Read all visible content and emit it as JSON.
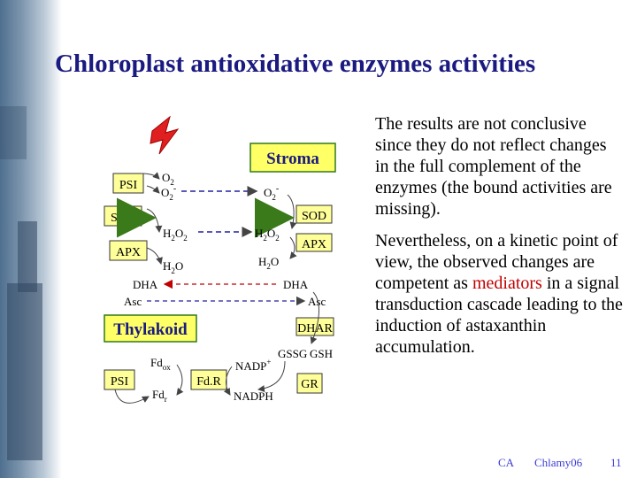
{
  "slide": {
    "title": "Chloroplast antioxidative enzymes activities",
    "stroma_label": "Stroma",
    "thylakoid_label": "Thylakoid",
    "paragraph1": "The results are not conclusive since they do not reflect changes in the full complement of the enzymes (the bound activities are missing).",
    "paragraph2_before": "Nevertheless, on a kinetic point of view, the observed changes are competent as ",
    "paragraph2_highlight": "mediators",
    "paragraph2_after": " in a signal transduction cascade leading to the induction of astaxanthin accumulation.",
    "highlight_color": "#c00000"
  },
  "diagram": {
    "enzymes": {
      "psi_top": "PSI",
      "sod_left": "SOD",
      "apx_left": "APX",
      "sod_right": "SOD",
      "apx_right": "APX",
      "dhar": "DHAR",
      "gr": "GR",
      "psi_bottom": "PSI",
      "fdr": "Fd.R"
    },
    "species": {
      "o2": "O",
      "o2_sub": "2",
      "superoxide_left": "O",
      "superoxide_left_sub": "2",
      "superoxide_left_sup": "-",
      "superoxide_right": "O",
      "superoxide_right_sub": "2",
      "superoxide_right_sup": "-",
      "h2o2_left_a": "H",
      "h2o2_left_b": "O",
      "h2o2_left_sub_a": "2",
      "h2o2_left_sub_b": "2",
      "h2o2_right_a": "H",
      "h2o2_right_b": "O",
      "h2o2_right_sub_a": "2",
      "h2o2_right_sub_b": "2",
      "h2o_left": "H",
      "h2o_left_sub": "2",
      "h2o_left_end": "O",
      "h2o_right": "H",
      "h2o_right_sub": "2",
      "h2o_right_end": "O",
      "dha_left": "DHA",
      "dha_right": "DHA",
      "asc_left": "Asc",
      "asc_right": "Asc",
      "gssg": "GSSG",
      "gsh": "GSH",
      "nadp": "NADP",
      "nadp_sup": "+",
      "nadph": "NADPH",
      "fd_ox": "Fd",
      "fd_ox_sub": "ox",
      "fd_r": "Fd",
      "fd_r_sub": "r"
    }
  },
  "footer": {
    "left": "CA",
    "center": "Chlamy06",
    "page": "11"
  }
}
